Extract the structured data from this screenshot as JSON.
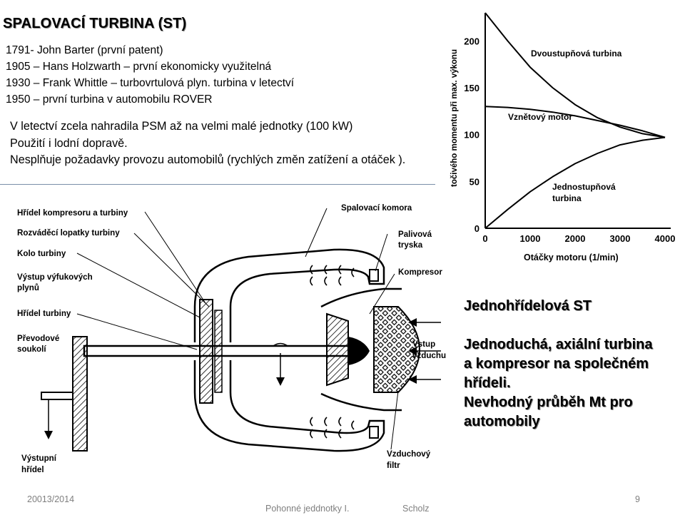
{
  "title": "SPALOVACÍ  TURBINA (ST)",
  "history": [
    "1791- John Barter  (první patent)",
    "1905 – Hans Holzwarth – první ekonomicky využitelná",
    "1930 – Frank Whittle – turbovrtulová plyn. turbina v letectví",
    "1950 – první turbina v automobilu  ROVER"
  ],
  "description": [
    "V letectví zcela nahradila PSM až na velmi malé jednotky (100 kW)",
    "Použití i lodní dopravě.",
    "Nesplňuje požadavky  provozu automobilů (rychlých změn zatížení a otáček )."
  ],
  "diagram": {
    "labels": {
      "shaft_compressor_turbine": "Hřídel kompresoru a turbiny",
      "guide_vanes": "Rozváděcí lopatky turbiny",
      "turbine_wheel": "Kolo turbiny",
      "exhaust": "Výstup výfukových plynů",
      "turbine_shaft": "Hřídel turbiny",
      "gearbox": "Převodové soukolí",
      "output_shaft": "Výstupní hřídel",
      "combustion_chamber": "Spalovací komora",
      "fuel_nozzle": "Palivová tryska",
      "compressor": "Kompresor",
      "air_inlet": "Vstup vzduchu",
      "air_filter": "Vzduchový filtr"
    }
  },
  "chart_data": {
    "type": "line",
    "ylabel": "točivého momentu při max. výkonu",
    "xlabel": "Otáčky motoru  (1/min)",
    "xticks": [
      "0",
      "1000",
      "2000",
      "3000",
      "4000"
    ],
    "yticks": [
      "0",
      "50",
      "100",
      "150",
      "200"
    ],
    "xlim": [
      0,
      4000
    ],
    "ylim": [
      0,
      230
    ],
    "grid": false,
    "series": [
      {
        "name": "Dvoustupňová turbina",
        "x": [
          0,
          500,
          1000,
          1500,
          2000,
          2500,
          3000,
          3500,
          4000
        ],
        "y": [
          230,
          200,
          172,
          150,
          132,
          118,
          108,
          101,
          97
        ]
      },
      {
        "name": "Vznětový motor",
        "x": [
          0,
          500,
          1000,
          1500,
          2000,
          2500,
          3000,
          3500,
          4000
        ],
        "y": [
          130,
          129,
          127,
          124,
          120,
          115,
          110,
          104,
          97
        ]
      },
      {
        "name": "Jednostupňová turbina",
        "x": [
          0,
          500,
          1000,
          1500,
          2000,
          2500,
          3000,
          3500,
          4000
        ],
        "y": [
          0,
          20,
          39,
          55,
          69,
          80,
          89,
          94,
          97
        ]
      }
    ]
  },
  "right_title": "Jednohřídelová ST",
  "right_text": [
    "Jednoduchá, axiální turbina",
    "a kompresor na společném",
    "hřídeli.",
    "Nevhodný průběh Mt pro",
    "automobily"
  ],
  "footer": {
    "date": "20013/2014",
    "course": "Pohonné jeddnotky I.",
    "author": "Scholz",
    "page": "9"
  }
}
